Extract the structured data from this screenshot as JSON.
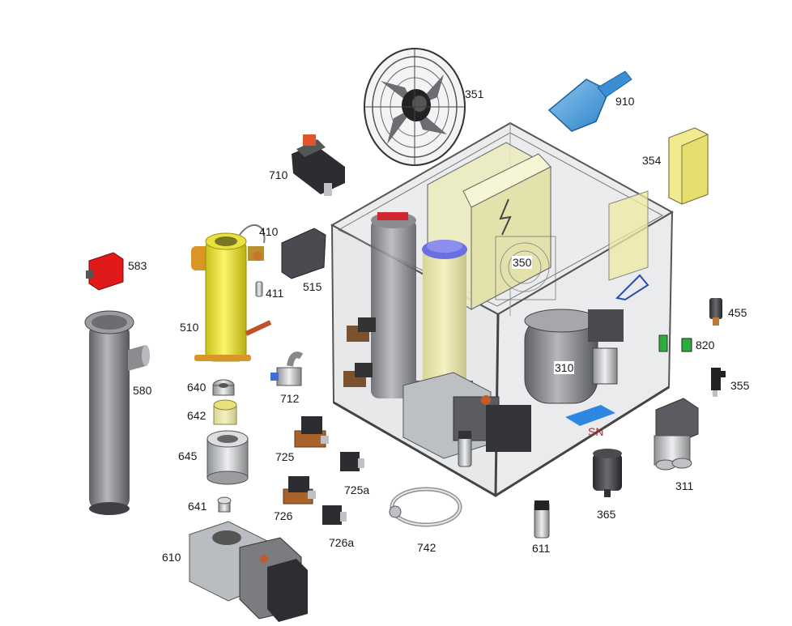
{
  "diagram": {
    "parts": [
      {
        "id": "fan",
        "label": "351"
      },
      {
        "id": "scoop",
        "label": "910"
      },
      {
        "id": "panel",
        "label": "354"
      },
      {
        "id": "hopper-valve",
        "label": "710"
      },
      {
        "id": "tube-valve",
        "label": "410"
      },
      {
        "id": "cover-plate",
        "label": "515"
      },
      {
        "id": "limit-switch",
        "label": "583"
      },
      {
        "id": "pin",
        "label": "411"
      },
      {
        "id": "electrical-box",
        "label": "350"
      },
      {
        "id": "pressure-switch",
        "label": "455"
      },
      {
        "id": "evaporator",
        "label": "510"
      },
      {
        "id": "switch-green",
        "label": "820"
      },
      {
        "id": "compressor",
        "label": "310"
      },
      {
        "id": "sensor",
        "label": "355"
      },
      {
        "id": "bin-tube",
        "label": "580"
      },
      {
        "id": "ring-640",
        "label": "640"
      },
      {
        "id": "elbow-fitting",
        "label": "712"
      },
      {
        "id": "bushing",
        "label": "642"
      },
      {
        "id": "serial-plate",
        "label": "SN"
      },
      {
        "id": "water-valve-725",
        "label": "725"
      },
      {
        "id": "bearing-housing",
        "label": "645"
      },
      {
        "id": "coil-725a",
        "label": "725a"
      },
      {
        "id": "relay",
        "label": "311"
      },
      {
        "id": "capacitor",
        "label": "365"
      },
      {
        "id": "seal-641",
        "label": "641"
      },
      {
        "id": "water-valve-726",
        "label": "726"
      },
      {
        "id": "coil-726a",
        "label": "726a"
      },
      {
        "id": "hose",
        "label": "742"
      },
      {
        "id": "float-611",
        "label": "611"
      },
      {
        "id": "gear-motor",
        "label": "610"
      }
    ]
  }
}
